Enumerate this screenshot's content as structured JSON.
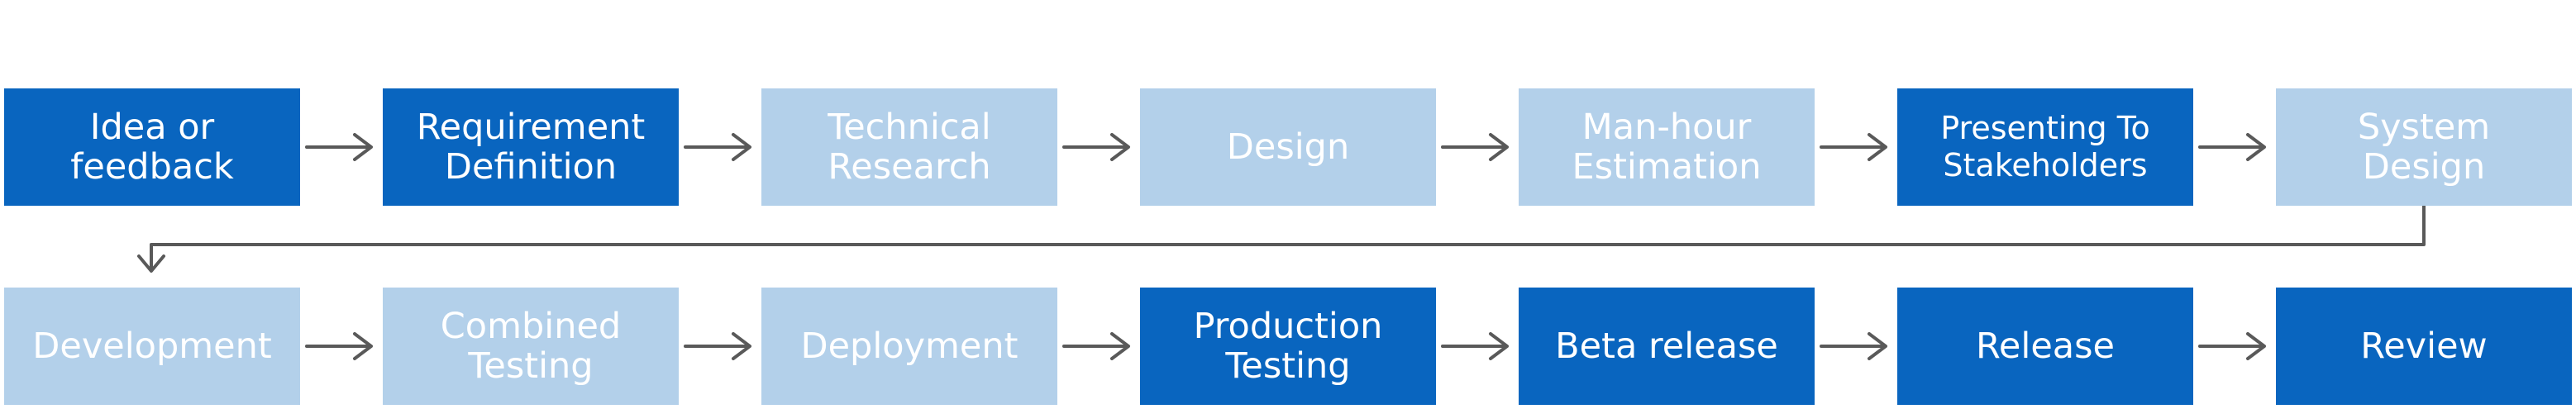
{
  "diagram": {
    "colors": {
      "dark": "#0965bf",
      "light": "#b3d0ea",
      "arrow": "#595959",
      "text": "#ffffff"
    },
    "rows": [
      {
        "steps": [
          {
            "label": "Idea or\nfeedback",
            "style": "dark"
          },
          {
            "label": "Requirement\nDefinition",
            "style": "dark"
          },
          {
            "label": "Technical\nResearch",
            "style": "light"
          },
          {
            "label": "Design",
            "style": "light"
          },
          {
            "label": "Man-hour\nEstimation",
            "style": "light"
          },
          {
            "label": "Presenting To\nStakeholders",
            "style": "dark"
          },
          {
            "label": "System\nDesign",
            "style": "light"
          }
        ]
      },
      {
        "steps": [
          {
            "label": "Development",
            "style": "light"
          },
          {
            "label": "Combined\nTesting",
            "style": "light"
          },
          {
            "label": "Deployment",
            "style": "light"
          },
          {
            "label": "Production\nTesting",
            "style": "dark"
          },
          {
            "label": "Beta release",
            "style": "dark"
          },
          {
            "label": "Release",
            "style": "dark"
          },
          {
            "label": "Review",
            "style": "dark"
          }
        ]
      }
    ]
  }
}
